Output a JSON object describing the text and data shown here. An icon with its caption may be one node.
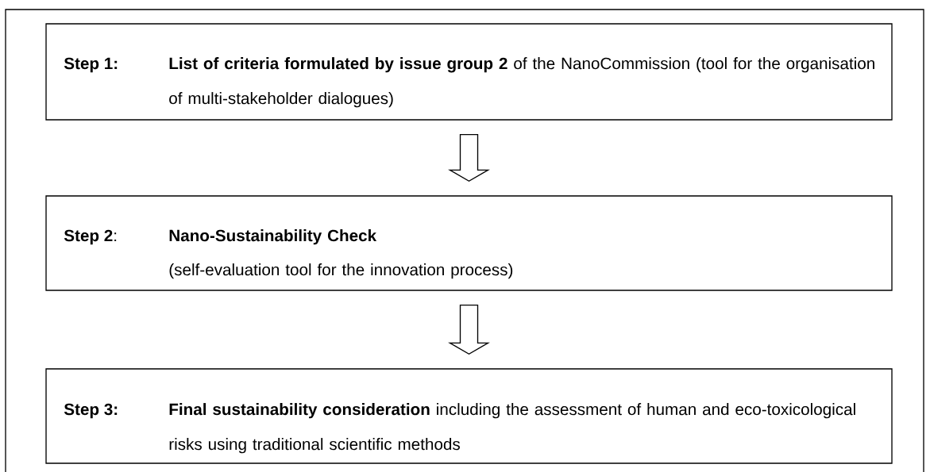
{
  "diagram": {
    "nodes": [
      {
        "text": [
          "Step 1:",
          "**List of criteria formulated by issue group 2** of the NanoCommission (tool for the organisation of multi-stakeholder dialogues)"
        ]
      },
      {
        "text": [
          "**Step 2**:",
          "Nano-Sustainability Check",
          "(self-evaluation tool for the innovation process)"
        ]
      },
      {
        "text": [
          "Step 3:",
          "**Final sustainability consideration** including the assessment of human and eco-toxicological risks using traditional scientific methods"
        ]
      }
    ],
    "edges": [
      {
        "from": 0,
        "to": 1,
        "arrow": "to"
      },
      {
        "from": 1,
        "to": 2,
        "arrow": "to"
      }
    ]
  }
}
